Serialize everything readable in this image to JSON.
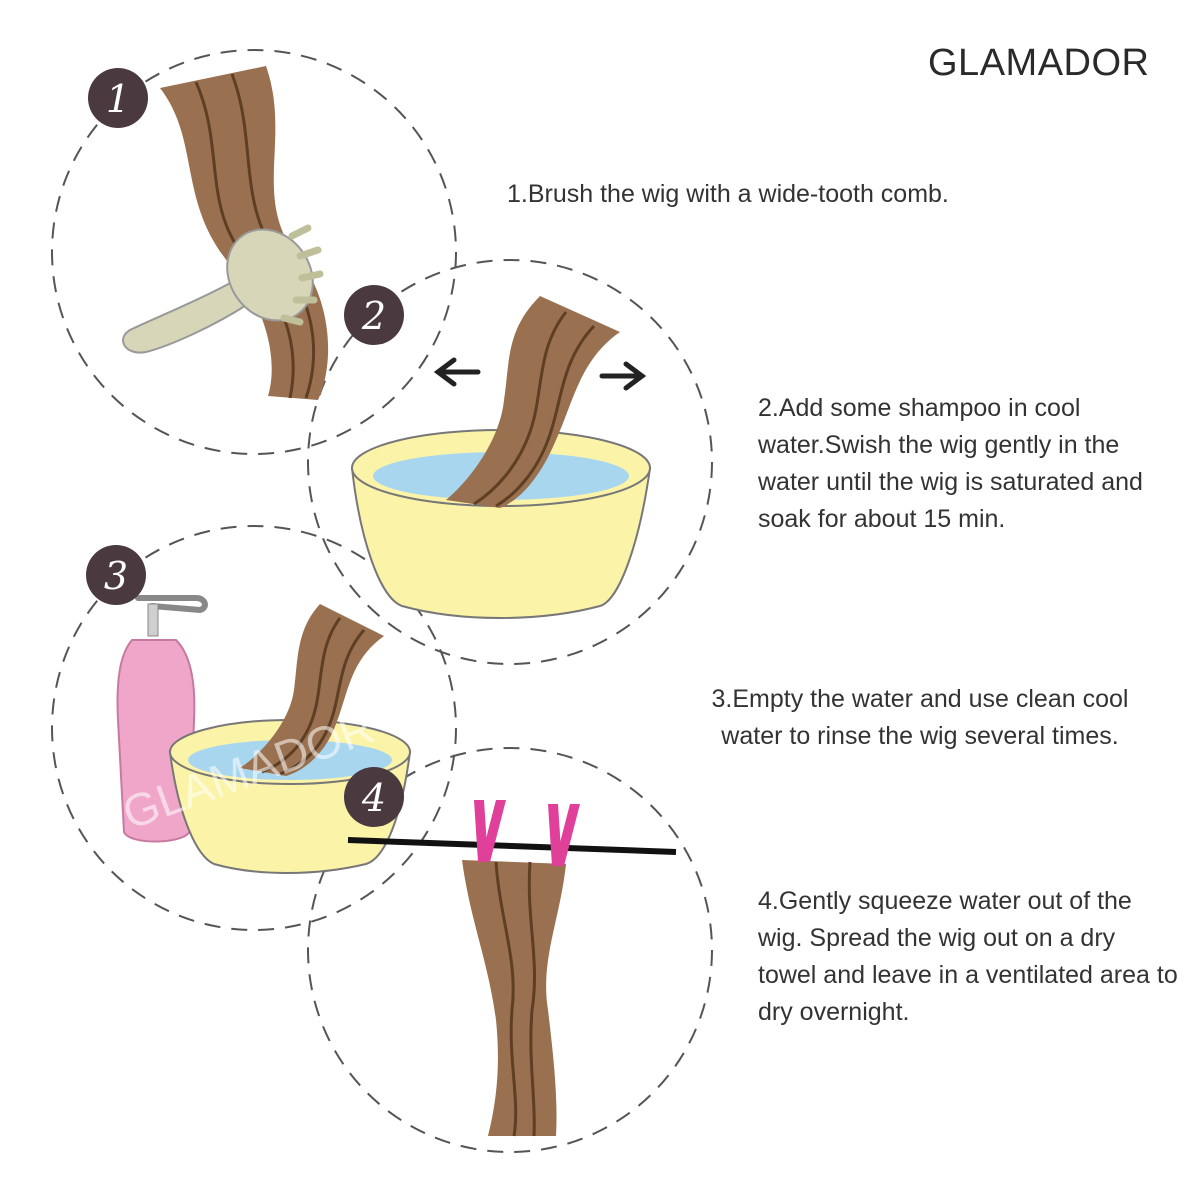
{
  "brand": {
    "name": "GLAMADOR"
  },
  "watermark": "GLAMADOR",
  "colors": {
    "hair": "#9a7150",
    "hair_line": "#5e3f24",
    "badge": "#4a3a3f",
    "basin": "#fbf3a8",
    "water": "#a9d6ef",
    "bottle": "#f0a6c8",
    "clip": "#e0409a",
    "brush": "#d7d6b8"
  },
  "steps": [
    {
      "number": "1",
      "text": "1.Brush the wig with a wide-tooth comb.",
      "icon": "brush-icon"
    },
    {
      "number": "2",
      "text": "2.Add some shampoo in cool water.Swish the wig gently in the water until the wig is saturated and soak for about 15 min.",
      "icon": "basin-icon"
    },
    {
      "number": "3",
      "text": "3.Empty the water and use clean cool water to rinse the wig several times.",
      "icon": "shampoo-bottle-icon"
    },
    {
      "number": "4",
      "text": "4.Gently squeeze water out of the wig. Spread the wig out on a dry towel and leave in a ventilated area to dry overnight.",
      "icon": "clothesline-icon"
    }
  ]
}
